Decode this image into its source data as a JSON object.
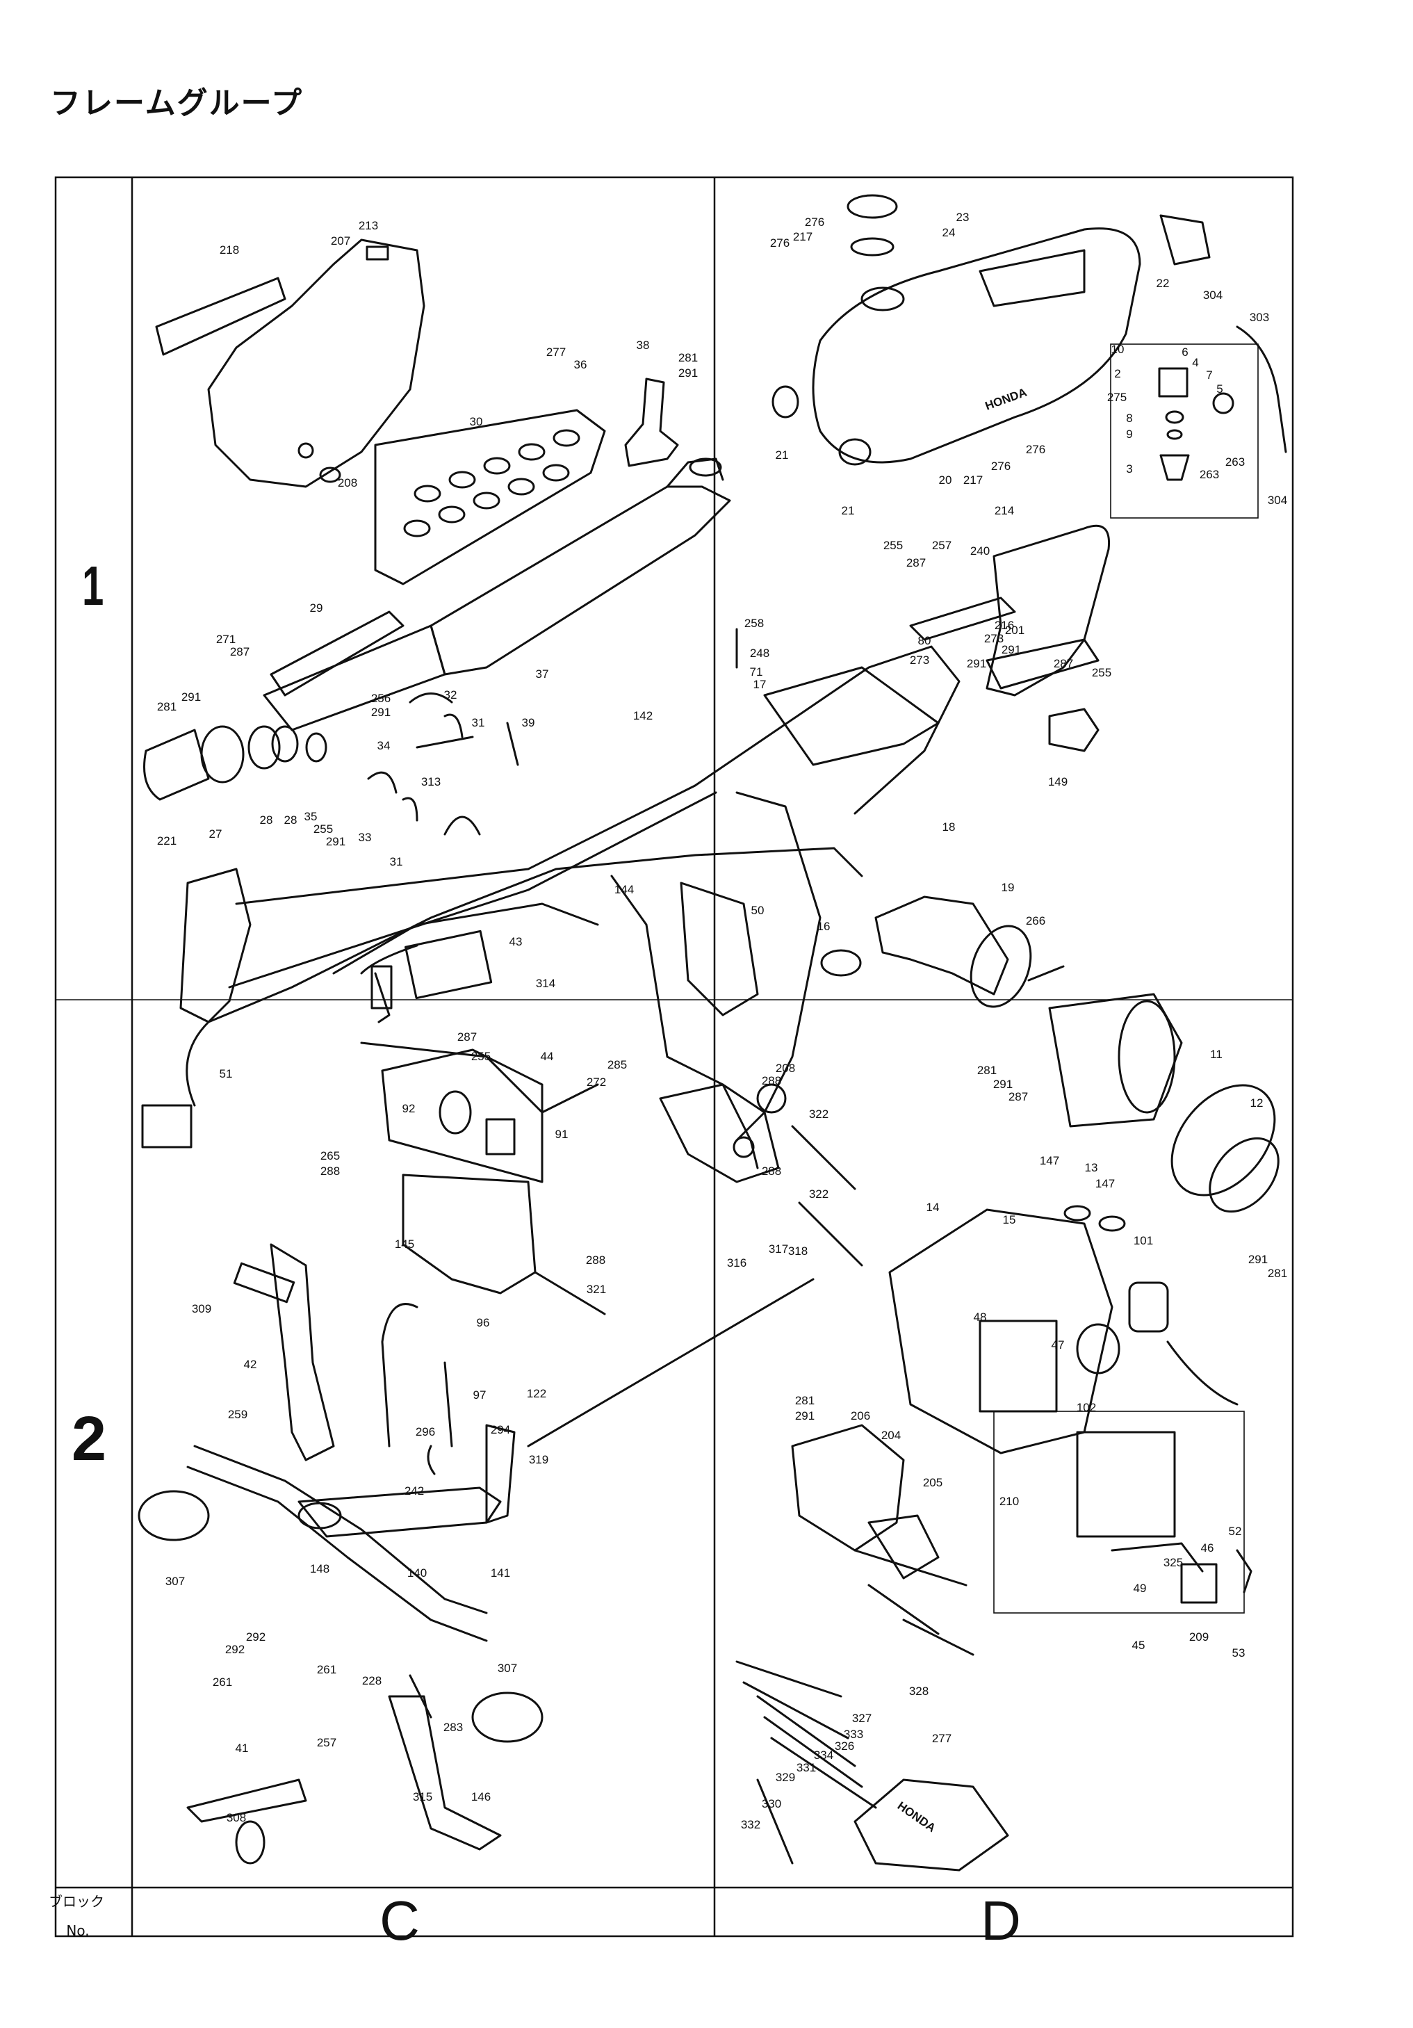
{
  "page": {
    "title": "フレームグループ"
  },
  "grid": {
    "row_labels": [
      "1",
      "2"
    ],
    "column_labels": [
      "C",
      "D"
    ],
    "block_label": "ブロック",
    "no_label": "No."
  },
  "brand_marks": [
    "HONDA",
    "HONDA"
  ],
  "callouts": [
    {
      "id": "c213",
      "label": "213"
    },
    {
      "id": "c207",
      "label": "207"
    },
    {
      "id": "c218",
      "label": "218"
    },
    {
      "id": "c208",
      "label": "208"
    },
    {
      "id": "c277a",
      "label": "277"
    },
    {
      "id": "c36",
      "label": "36"
    },
    {
      "id": "c38",
      "label": "38"
    },
    {
      "id": "c281a",
      "label": "281"
    },
    {
      "id": "c291a",
      "label": "291"
    },
    {
      "id": "c30",
      "label": "30"
    },
    {
      "id": "c29",
      "label": "29"
    },
    {
      "id": "c37",
      "label": "37"
    },
    {
      "id": "c271",
      "label": "271"
    },
    {
      "id": "c287a",
      "label": "287"
    },
    {
      "id": "c281b",
      "label": "281"
    },
    {
      "id": "c291b",
      "label": "291"
    },
    {
      "id": "c256",
      "label": "256"
    },
    {
      "id": "c291c",
      "label": "291"
    },
    {
      "id": "c32",
      "label": "32"
    },
    {
      "id": "c31a",
      "label": "31"
    },
    {
      "id": "c39",
      "label": "39"
    },
    {
      "id": "c34",
      "label": "34"
    },
    {
      "id": "c27",
      "label": "27"
    },
    {
      "id": "c28a",
      "label": "28"
    },
    {
      "id": "c28b",
      "label": "28"
    },
    {
      "id": "c35",
      "label": "35"
    },
    {
      "id": "c255a",
      "label": "255"
    },
    {
      "id": "c291d",
      "label": "291"
    },
    {
      "id": "c33",
      "label": "33"
    },
    {
      "id": "c313",
      "label": "313"
    },
    {
      "id": "c31b",
      "label": "31"
    },
    {
      "id": "c221",
      "label": "221"
    },
    {
      "id": "c142",
      "label": "142"
    },
    {
      "id": "c43",
      "label": "43"
    },
    {
      "id": "c314",
      "label": "314"
    },
    {
      "id": "c144",
      "label": "144"
    },
    {
      "id": "c50",
      "label": "50"
    },
    {
      "id": "c51",
      "label": "51"
    },
    {
      "id": "c287b",
      "label": "287"
    },
    {
      "id": "c255b",
      "label": "255"
    },
    {
      "id": "c44",
      "label": "44"
    },
    {
      "id": "c285",
      "label": "285"
    },
    {
      "id": "c272",
      "label": "272"
    },
    {
      "id": "c92",
      "label": "92"
    },
    {
      "id": "c91",
      "label": "91"
    },
    {
      "id": "c265",
      "label": "265"
    },
    {
      "id": "c288a",
      "label": "288"
    },
    {
      "id": "c145",
      "label": "145"
    },
    {
      "id": "c288b",
      "label": "288"
    },
    {
      "id": "c321",
      "label": "321"
    },
    {
      "id": "c208b",
      "label": "208"
    },
    {
      "id": "c288c",
      "label": "288"
    },
    {
      "id": "c322a",
      "label": "322"
    },
    {
      "id": "c288d",
      "label": "288"
    },
    {
      "id": "c322b",
      "label": "322"
    },
    {
      "id": "c258",
      "label": "258"
    },
    {
      "id": "c248",
      "label": "248"
    },
    {
      "id": "c71",
      "label": "71"
    },
    {
      "id": "c17",
      "label": "17"
    },
    {
      "id": "c23",
      "label": "23"
    },
    {
      "id": "c24",
      "label": "24"
    },
    {
      "id": "c276a",
      "label": "276"
    },
    {
      "id": "c217a",
      "label": "217"
    },
    {
      "id": "c276b",
      "label": "276"
    },
    {
      "id": "c22",
      "label": "22"
    },
    {
      "id": "c304a",
      "label": "304"
    },
    {
      "id": "c303",
      "label": "303"
    },
    {
      "id": "c10",
      "label": "10"
    },
    {
      "id": "c2",
      "label": "2"
    },
    {
      "id": "c6",
      "label": "6"
    },
    {
      "id": "c4",
      "label": "4"
    },
    {
      "id": "c7",
      "label": "7"
    },
    {
      "id": "c5",
      "label": "5"
    },
    {
      "id": "c275",
      "label": "275"
    },
    {
      "id": "c8",
      "label": "8"
    },
    {
      "id": "c9",
      "label": "9"
    },
    {
      "id": "c3",
      "label": "3"
    },
    {
      "id": "c263a",
      "label": "263"
    },
    {
      "id": "c263b",
      "label": "263"
    },
    {
      "id": "c304b",
      "label": "304"
    },
    {
      "id": "c21a",
      "label": "21"
    },
    {
      "id": "c21b",
      "label": "21"
    },
    {
      "id": "c20",
      "label": "20"
    },
    {
      "id": "c217b",
      "label": "217"
    },
    {
      "id": "c276c",
      "label": "276"
    },
    {
      "id": "c276d",
      "label": "276"
    },
    {
      "id": "c255c",
      "label": "255"
    },
    {
      "id": "c287c",
      "label": "287"
    },
    {
      "id": "c257a",
      "label": "257"
    },
    {
      "id": "c240",
      "label": "240"
    },
    {
      "id": "c214",
      "label": "214"
    },
    {
      "id": "c216",
      "label": "216"
    },
    {
      "id": "c201",
      "label": "201"
    },
    {
      "id": "c273a",
      "label": "273"
    },
    {
      "id": "c80",
      "label": "80"
    },
    {
      "id": "c273b",
      "label": "273"
    },
    {
      "id": "c291e",
      "label": "291"
    },
    {
      "id": "c291f",
      "label": "291"
    },
    {
      "id": "c287d",
      "label": "287"
    },
    {
      "id": "c255d",
      "label": "255"
    },
    {
      "id": "c149",
      "label": "149"
    },
    {
      "id": "c18",
      "label": "18"
    },
    {
      "id": "c19",
      "label": "19"
    },
    {
      "id": "c16",
      "label": "16"
    },
    {
      "id": "c266",
      "label": "266"
    },
    {
      "id": "c281c",
      "label": "281"
    },
    {
      "id": "c291g",
      "label": "291"
    },
    {
      "id": "c287e",
      "label": "287"
    },
    {
      "id": "c11",
      "label": "11"
    },
    {
      "id": "c12",
      "label": "12"
    },
    {
      "id": "c13",
      "label": "13"
    },
    {
      "id": "c147a",
      "label": "147"
    },
    {
      "id": "c147b",
      "label": "147"
    },
    {
      "id": "c14",
      "label": "14"
    },
    {
      "id": "c15",
      "label": "15"
    },
    {
      "id": "c101",
      "label": "101"
    },
    {
      "id": "c291h",
      "label": "291"
    },
    {
      "id": "c281d",
      "label": "281"
    },
    {
      "id": "c48",
      "label": "48"
    },
    {
      "id": "c47",
      "label": "47"
    },
    {
      "id": "c102",
      "label": "102"
    },
    {
      "id": "c317",
      "label": "317"
    },
    {
      "id": "c318",
      "label": "318"
    },
    {
      "id": "c316",
      "label": "316"
    },
    {
      "id": "c309",
      "label": "309"
    },
    {
      "id": "c96",
      "label": "96"
    },
    {
      "id": "c42",
      "label": "42"
    },
    {
      "id": "c97",
      "label": "97"
    },
    {
      "id": "c122",
      "label": "122"
    },
    {
      "id": "c259",
      "label": "259"
    },
    {
      "id": "c296",
      "label": "296"
    },
    {
      "id": "c294",
      "label": "294"
    },
    {
      "id": "c319",
      "label": "319"
    },
    {
      "id": "c242",
      "label": "242"
    },
    {
      "id": "c281e",
      "label": "281"
    },
    {
      "id": "c291i",
      "label": "291"
    },
    {
      "id": "c206",
      "label": "206"
    },
    {
      "id": "c204",
      "label": "204"
    },
    {
      "id": "c205",
      "label": "205"
    },
    {
      "id": "c210",
      "label": "210"
    },
    {
      "id": "c52",
      "label": "52"
    },
    {
      "id": "c46",
      "label": "46"
    },
    {
      "id": "c325",
      "label": "325"
    },
    {
      "id": "c49",
      "label": "49"
    },
    {
      "id": "c45",
      "label": "45"
    },
    {
      "id": "c209",
      "label": "209"
    },
    {
      "id": "c53",
      "label": "53"
    },
    {
      "id": "c307a",
      "label": "307"
    },
    {
      "id": "c148",
      "label": "148"
    },
    {
      "id": "c140",
      "label": "140"
    },
    {
      "id": "c141",
      "label": "141"
    },
    {
      "id": "c292a",
      "label": "292"
    },
    {
      "id": "c292b",
      "label": "292"
    },
    {
      "id": "c261a",
      "label": "261"
    },
    {
      "id": "c261b",
      "label": "261"
    },
    {
      "id": "c228",
      "label": "228"
    },
    {
      "id": "c307b",
      "label": "307"
    },
    {
      "id": "c283",
      "label": "283"
    },
    {
      "id": "c41",
      "label": "41"
    },
    {
      "id": "c257b",
      "label": "257"
    },
    {
      "id": "c315",
      "label": "315"
    },
    {
      "id": "c146",
      "label": "146"
    },
    {
      "id": "c308",
      "label": "308"
    },
    {
      "id": "c328",
      "label": "328"
    },
    {
      "id": "c333",
      "label": "333"
    },
    {
      "id": "c327",
      "label": "327"
    },
    {
      "id": "c326",
      "label": "326"
    },
    {
      "id": "c334",
      "label": "334"
    },
    {
      "id": "c331",
      "label": "331"
    },
    {
      "id": "c329",
      "label": "329"
    },
    {
      "id": "c330",
      "label": "330"
    },
    {
      "id": "c332",
      "label": "332"
    },
    {
      "id": "c277b",
      "label": "277"
    }
  ]
}
